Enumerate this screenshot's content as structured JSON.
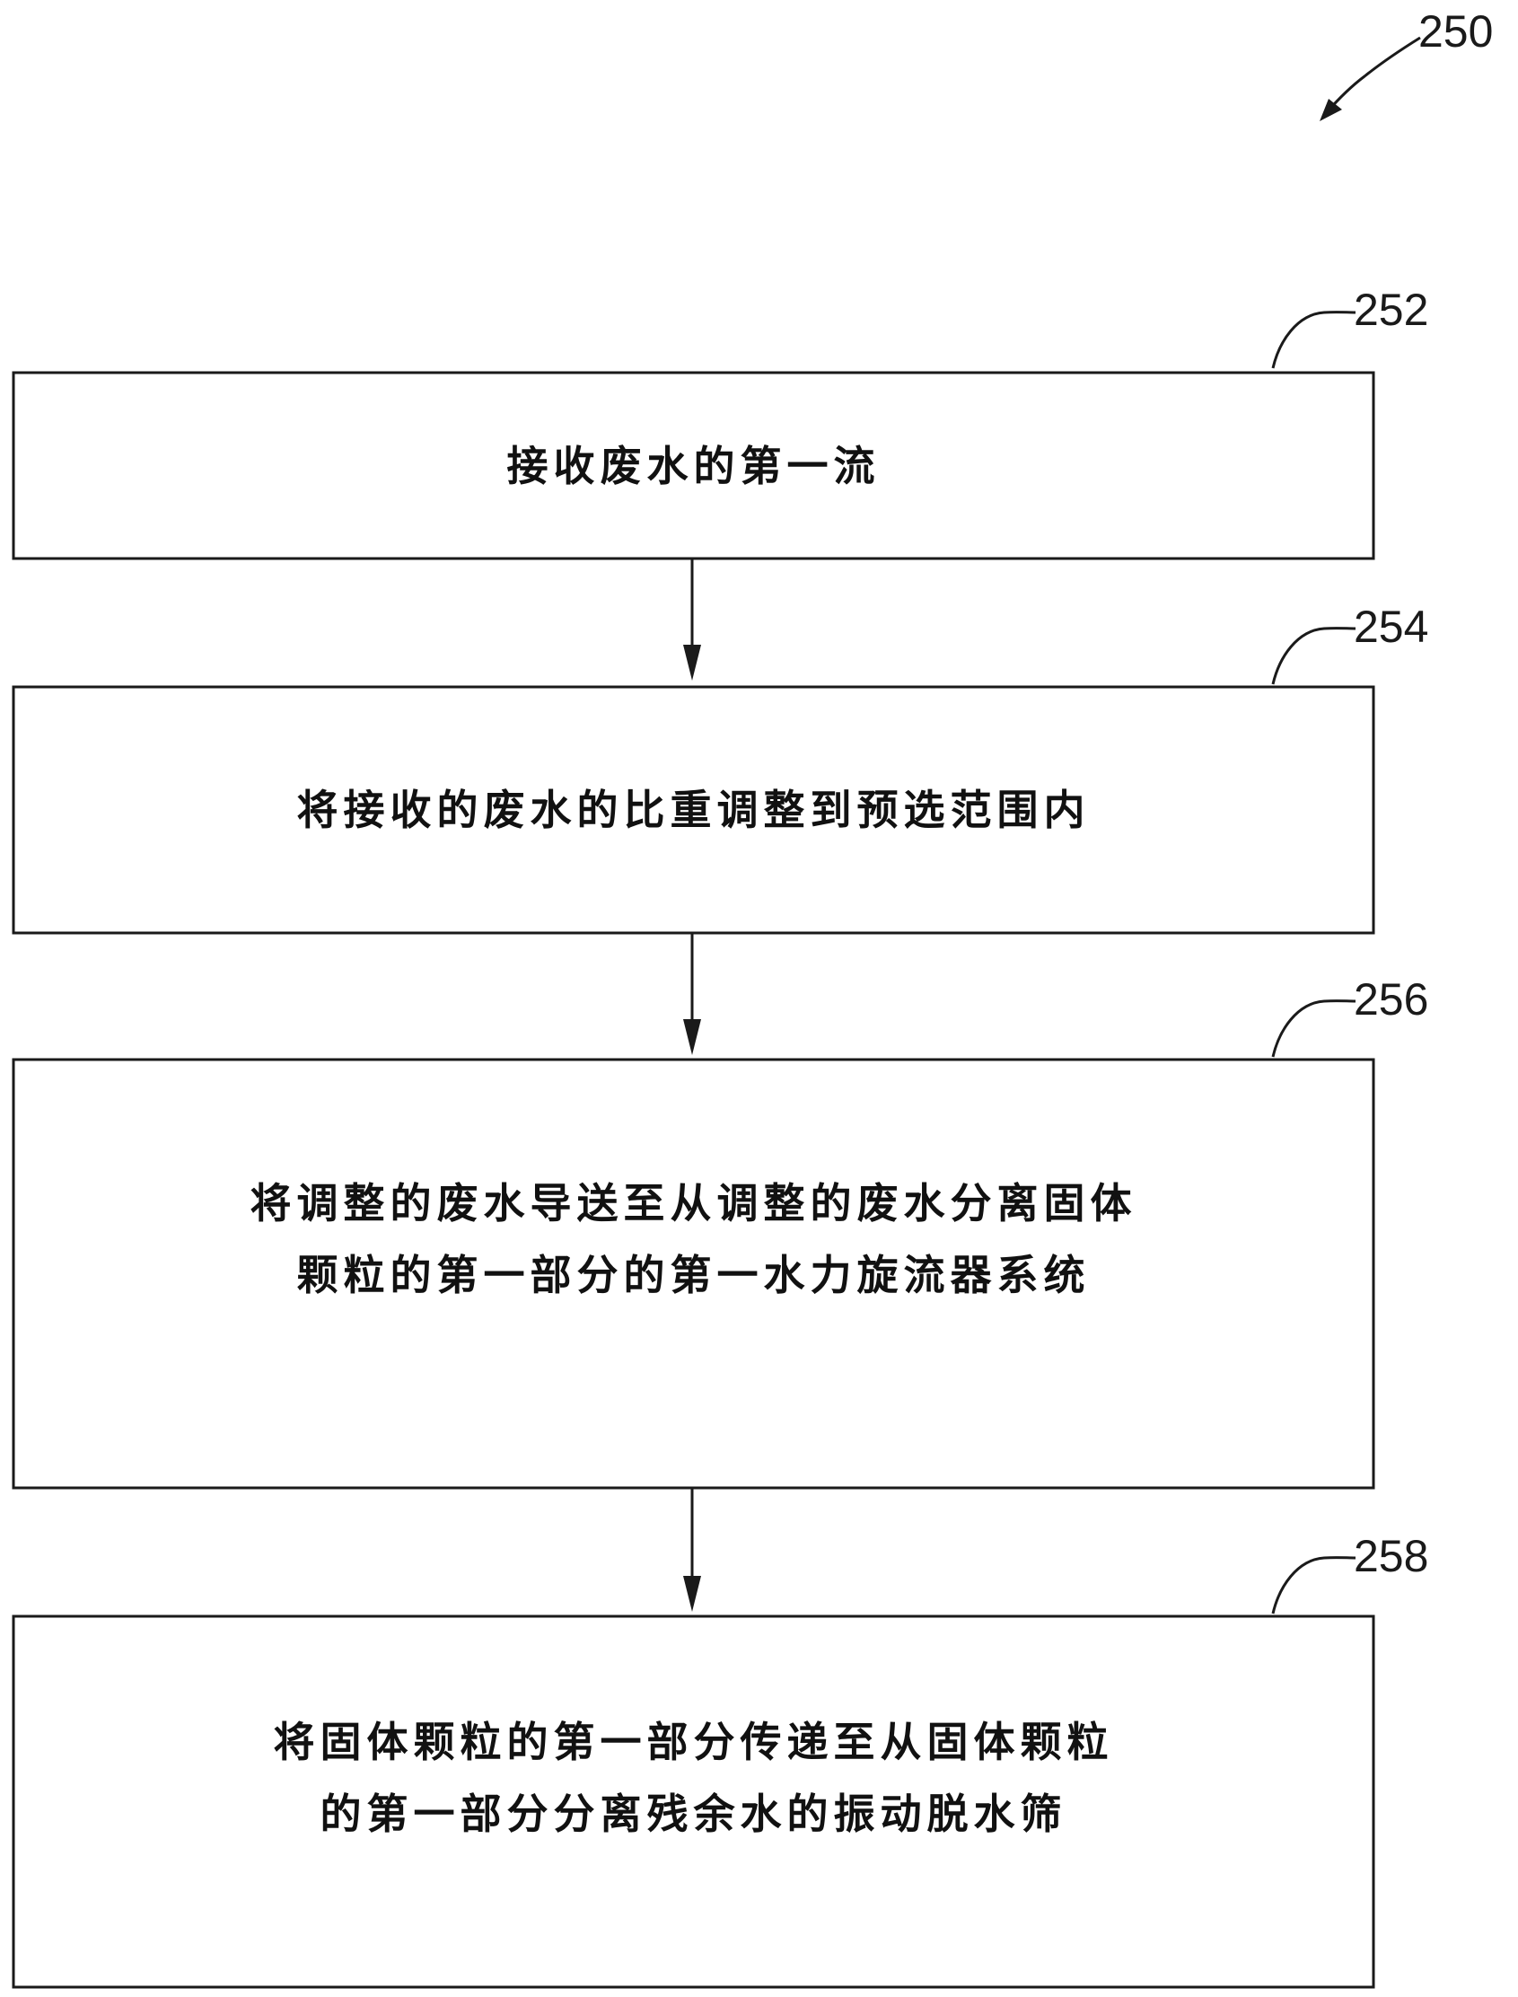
{
  "figure_ref": "250",
  "steps": [
    {
      "ref": "252",
      "lines": [
        "接收废水的第一流"
      ]
    },
    {
      "ref": "254",
      "lines": [
        "将接收的废水的比重调整到预选范围内"
      ]
    },
    {
      "ref": "256",
      "lines": [
        "将调整的废水导送至从调整的废水分离固体",
        "颗粒的第一部分的第一水力旋流器系统"
      ]
    },
    {
      "ref": "258",
      "lines": [
        "将固体颗粒的第一部分传递至从固体颗粒",
        "的第一部分分离残余水的振动脱水筛"
      ]
    }
  ]
}
